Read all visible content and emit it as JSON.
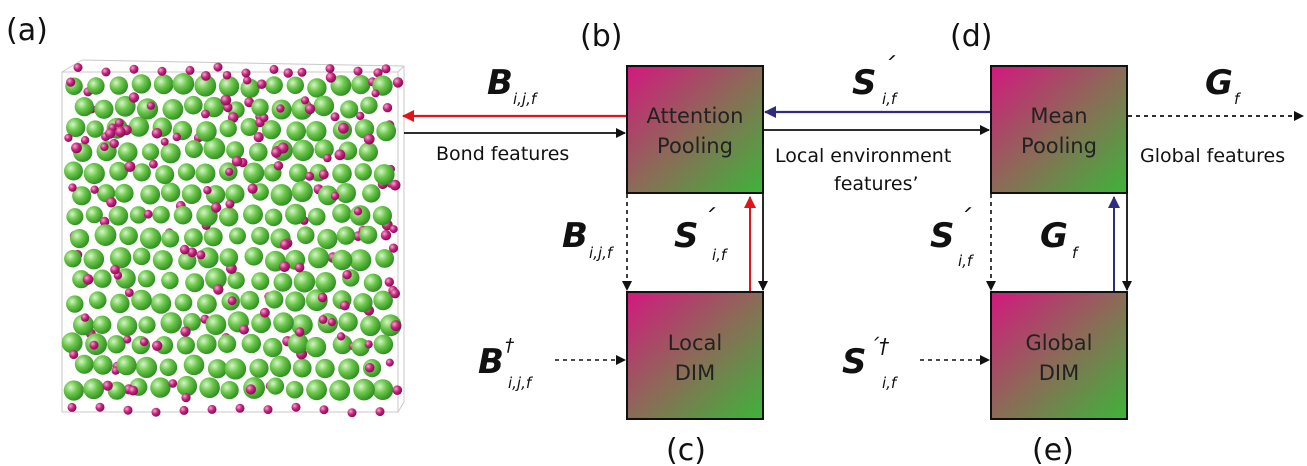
{
  "panels": {
    "a": "(a)",
    "b": "(b)",
    "c": "(c)",
    "d": "(d)",
    "e": "(e)"
  },
  "boxes": {
    "attention": [
      "Attention",
      "Pooling"
    ],
    "mean": [
      "Mean",
      "Pooling"
    ],
    "local_dim": [
      "Local",
      "DIM"
    ],
    "global_dim": [
      "Global",
      "DIM"
    ]
  },
  "labels": {
    "bond_features": "Bond features",
    "local_env_1": "Local environment",
    "local_env_2": "features’",
    "global_features": "Global features"
  },
  "symbols": {
    "B_top": {
      "main": "B",
      "sup": "",
      "sub": "i,j,f"
    },
    "S_top": {
      "main": "S",
      "sup": "´",
      "sub": "i,f"
    },
    "G_top": {
      "main": "G",
      "sup": "",
      "sub": "f"
    },
    "B_mid": {
      "main": "B",
      "sup": "",
      "sub": "i,j,f"
    },
    "S_mid_left": {
      "main": "S",
      "sup": "´",
      "sub": "i,f"
    },
    "S_mid_right": {
      "main": "S",
      "sup": "´",
      "sub": "i,f"
    },
    "G_mid": {
      "main": "G",
      "sup": "",
      "sub": "f"
    },
    "B_dagger": {
      "main": "B",
      "sup": "†",
      "sub": "i,j,f"
    },
    "S_dagger": {
      "main": "S",
      "sup": "´†",
      "sub": "i,f"
    }
  },
  "colors": {
    "red_arrow": "#e0141b",
    "blue_arrow": "#2e2b80",
    "black": "#111111",
    "box_magenta": "#c0267a",
    "box_green": "#3cb03a",
    "atom_green": "#4fb83a",
    "atom_magenta": "#c2207a"
  }
}
